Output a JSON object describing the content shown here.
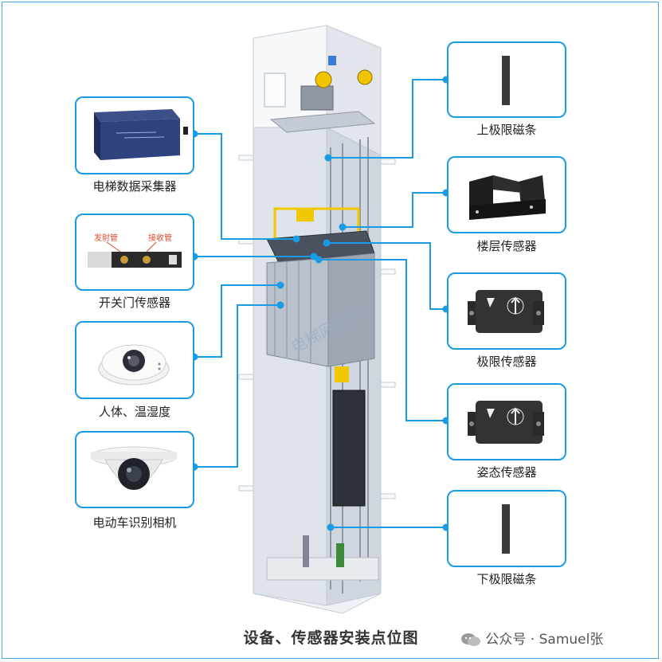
{
  "title": "设备、传感器安装点位图",
  "watermark": "公众号 · Samuel张",
  "shaft_watermark": "电梯网论坛",
  "accent_color": "#1a9be6",
  "left_items": [
    {
      "id": "collector",
      "label": "电梯数据采集器",
      "icon": "data-collector-device-icon"
    },
    {
      "id": "door",
      "label": "开关门传感器",
      "icon": "door-sensor-icon",
      "sublabels": [
        "发射管",
        "接收管"
      ]
    },
    {
      "id": "human",
      "label": "人体、温湿度",
      "icon": "ceiling-sensor-icon"
    },
    {
      "id": "camera",
      "label": "电动车识别相机",
      "icon": "dome-camera-icon"
    }
  ],
  "right_items": [
    {
      "id": "upper",
      "label": "上极限磁条",
      "icon": "magnetic-strip-icon"
    },
    {
      "id": "floor",
      "label": "楼层传感器",
      "icon": "u-shaped-sensor-icon"
    },
    {
      "id": "limit",
      "label": "极限传感器",
      "icon": "limit-sensor-icon"
    },
    {
      "id": "attitude",
      "label": "姿态传感器",
      "icon": "attitude-sensor-icon"
    },
    {
      "id": "lower",
      "label": "下极限磁条",
      "icon": "magnetic-strip-icon"
    }
  ]
}
